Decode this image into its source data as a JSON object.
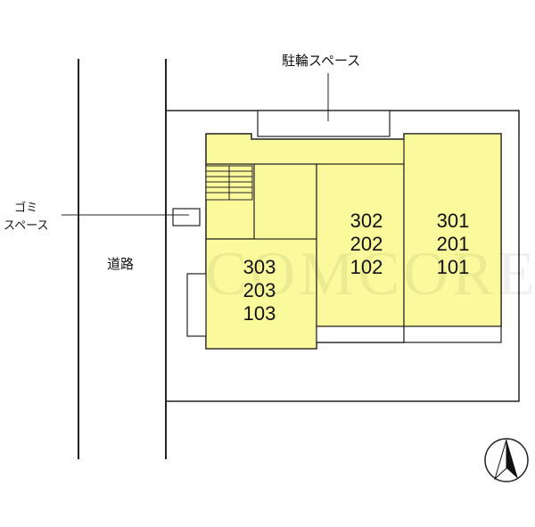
{
  "labels": {
    "bicycle_space": "駐輪スペース",
    "garbage_line1": "ゴミ",
    "garbage_line2": "スペース",
    "road": "道路"
  },
  "units": {
    "column_left": [
      "303",
      "203",
      "103"
    ],
    "column_middle": [
      "302",
      "202",
      "102"
    ],
    "column_right": [
      "301",
      "201",
      "101"
    ]
  },
  "watermark": "COMCORE",
  "colors": {
    "building_fill": "#fafa9c",
    "line": "#222222",
    "background": "#ffffff"
  },
  "icons": [
    "north-arrow-icon",
    "staircase-icon"
  ]
}
